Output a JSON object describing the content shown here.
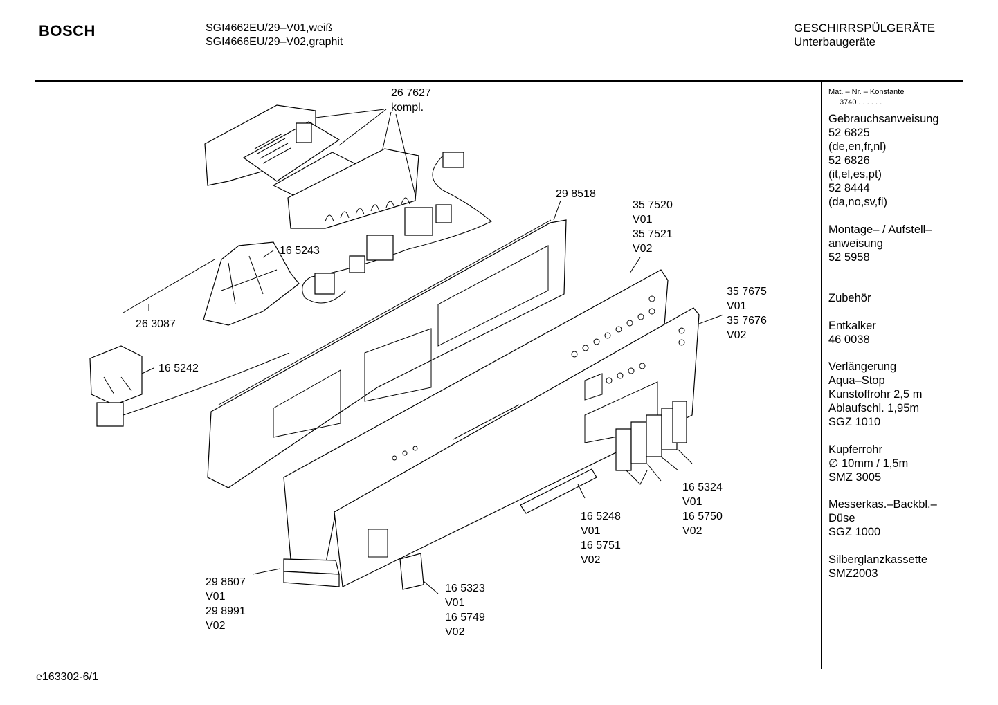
{
  "header": {
    "brand": "BOSCH",
    "models": [
      "SGI4662EU/29–V01,weiß",
      "SGI4666EU/29–V02,graphit"
    ],
    "category": "GESCHIRRSPÜLGERÄTE",
    "subcategory": "Unterbaugeräte"
  },
  "parts": {
    "p267627": [
      "26 7627",
      "kompl."
    ],
    "p298518": [
      "29 8518"
    ],
    "p357520": [
      "35 7520",
      "V01",
      "35 7521",
      "V02"
    ],
    "p165243": [
      "16 5243"
    ],
    "p263087": [
      "26 3087"
    ],
    "p357675": [
      "35 7675",
      "V01",
      "35 7676",
      "V02"
    ],
    "p165242": [
      "16 5242"
    ],
    "p165324": [
      "16 5324",
      "V01",
      "16 5750",
      "V02"
    ],
    "p165248": [
      "16 5248",
      "V01",
      "16 5751",
      "V02"
    ],
    "p298607": [
      "29 8607",
      "V01",
      "29 8991",
      "V02"
    ],
    "p165323": [
      "16 5323",
      "V01",
      "16 5749",
      "V02"
    ]
  },
  "sidebar": {
    "constant_label": "Mat. – Nr. – Konstante",
    "constant_value": "3740  .  .    .  .  .  .",
    "groups": [
      [
        "Gebrauchsanweisung",
        "52 6825",
        "(de,en,fr,nl)",
        "52 6826",
        "(it,el,es,pt)",
        "52 8444",
        "(da,no,sv,fi)"
      ],
      [
        "Montage– / Aufstell–",
        "anweisung",
        "52 5958"
      ],
      [
        "Zubehör"
      ],
      [
        "Entkalker",
        "46 0038"
      ],
      [
        "Verlängerung",
        "Aqua–Stop",
        "Kunstoffrohr 2,5 m",
        "Ablaufschl. 1,95m",
        "SGZ 1010"
      ],
      [
        "Kupferrohr",
        "∅ 10mm / 1,5m",
        "SMZ 3005"
      ],
      [
        "Messerkas.–Backbl.–",
        "Düse",
        "SGZ 1000"
      ],
      [
        "Silberglanzkassette",
        "SMZ2003"
      ]
    ]
  },
  "footer": {
    "code": "e163302-6/1"
  }
}
